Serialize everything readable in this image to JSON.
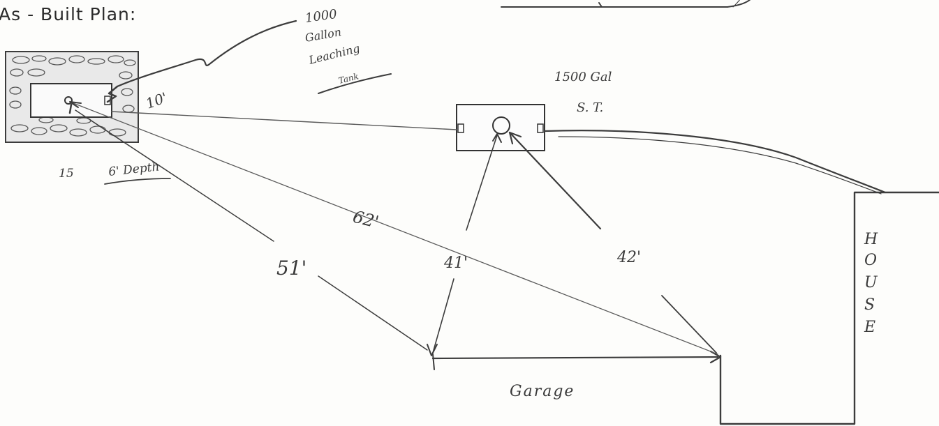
{
  "title": "As - Built Plan:",
  "labels": {
    "leaching_tank": [
      "1000",
      "Gallon",
      "Leaching",
      "Tank"
    ],
    "septic_tank": [
      "1500 Gal",
      "S. T."
    ],
    "leach_width": "10'",
    "leach_length": "15",
    "leach_depth": "6' Depth",
    "house": [
      "H",
      "O",
      "U",
      "S",
      "E"
    ],
    "garage": "Garage"
  },
  "measurements": {
    "garage_left_to_leach": "51'",
    "garage_right_to_leach": "62'",
    "garage_left_to_septic": "41'",
    "garage_right_to_septic": "42'"
  }
}
